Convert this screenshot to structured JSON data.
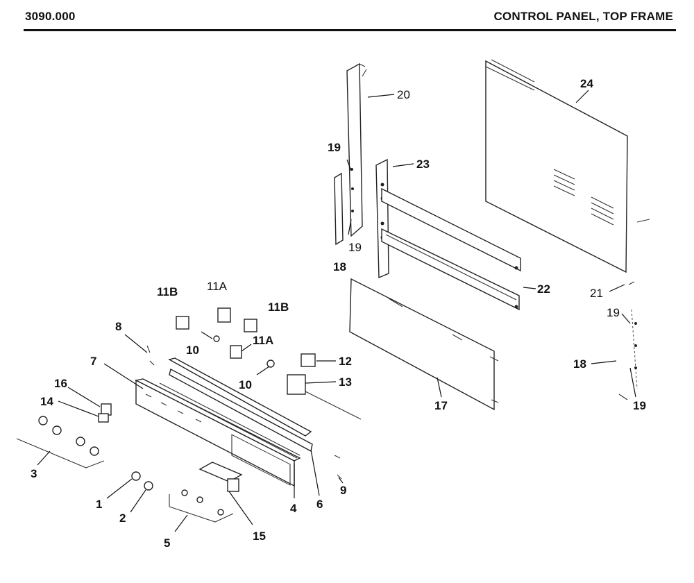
{
  "header": {
    "doc_number": "3090.000",
    "title": "CONTROL PANEL, TOP FRAME"
  },
  "callouts": {
    "c1": "1",
    "c2": "2",
    "c3": "3",
    "c4": "4",
    "c5": "5",
    "c6": "6",
    "c7": "7",
    "c8": "8",
    "c9": "9",
    "c10a": "10",
    "c10b": "10",
    "c11a_top": "11A",
    "c11a_mid": "11A",
    "c11b_left": "11B",
    "c11b_right": "11B",
    "c12": "12",
    "c13": "13",
    "c14": "14",
    "c15": "15",
    "c16": "16",
    "c17": "17",
    "c18a": "18",
    "c18b": "18",
    "c19a": "19",
    "c19b": "19",
    "c19c": "19",
    "c19d": "19",
    "c20": "20",
    "c21": "21",
    "c22": "22",
    "c23": "23",
    "c24": "24"
  }
}
